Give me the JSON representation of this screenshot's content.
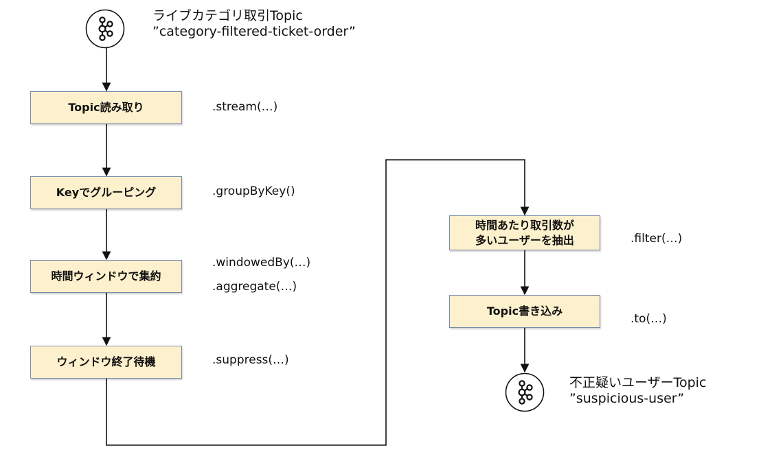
{
  "source_topic": {
    "title": "ライブカテゴリ取引Topic",
    "name": "”category-filtered-ticket-order”",
    "icon": "kafka-icon"
  },
  "steps": [
    {
      "label": "Topic読み取り",
      "code": [
        ".stream(…)"
      ]
    },
    {
      "label": "Keyでグルーピング",
      "code": [
        ".groupByKey()"
      ]
    },
    {
      "label": "時間ウィンドウで集約",
      "code": [
        ".windowedBy(…)",
        ".aggregate(…)"
      ]
    },
    {
      "label": "ウィンドウ終了待機",
      "code": [
        ".suppress(…)"
      ]
    },
    {
      "label": "時間あたり取引数が\n多いユーザーを抽出",
      "code": [
        ".filter(…)"
      ]
    },
    {
      "label": "Topic書き込み",
      "code": [
        ".to(…)"
      ]
    }
  ],
  "sink_topic": {
    "title": "不正疑いユーザーTopic",
    "name": "”suspicious-user”",
    "icon": "kafka-icon"
  },
  "colors": {
    "box_fill": "#fdf0cd",
    "box_border": "#7a8aa6",
    "line": "#111111"
  }
}
